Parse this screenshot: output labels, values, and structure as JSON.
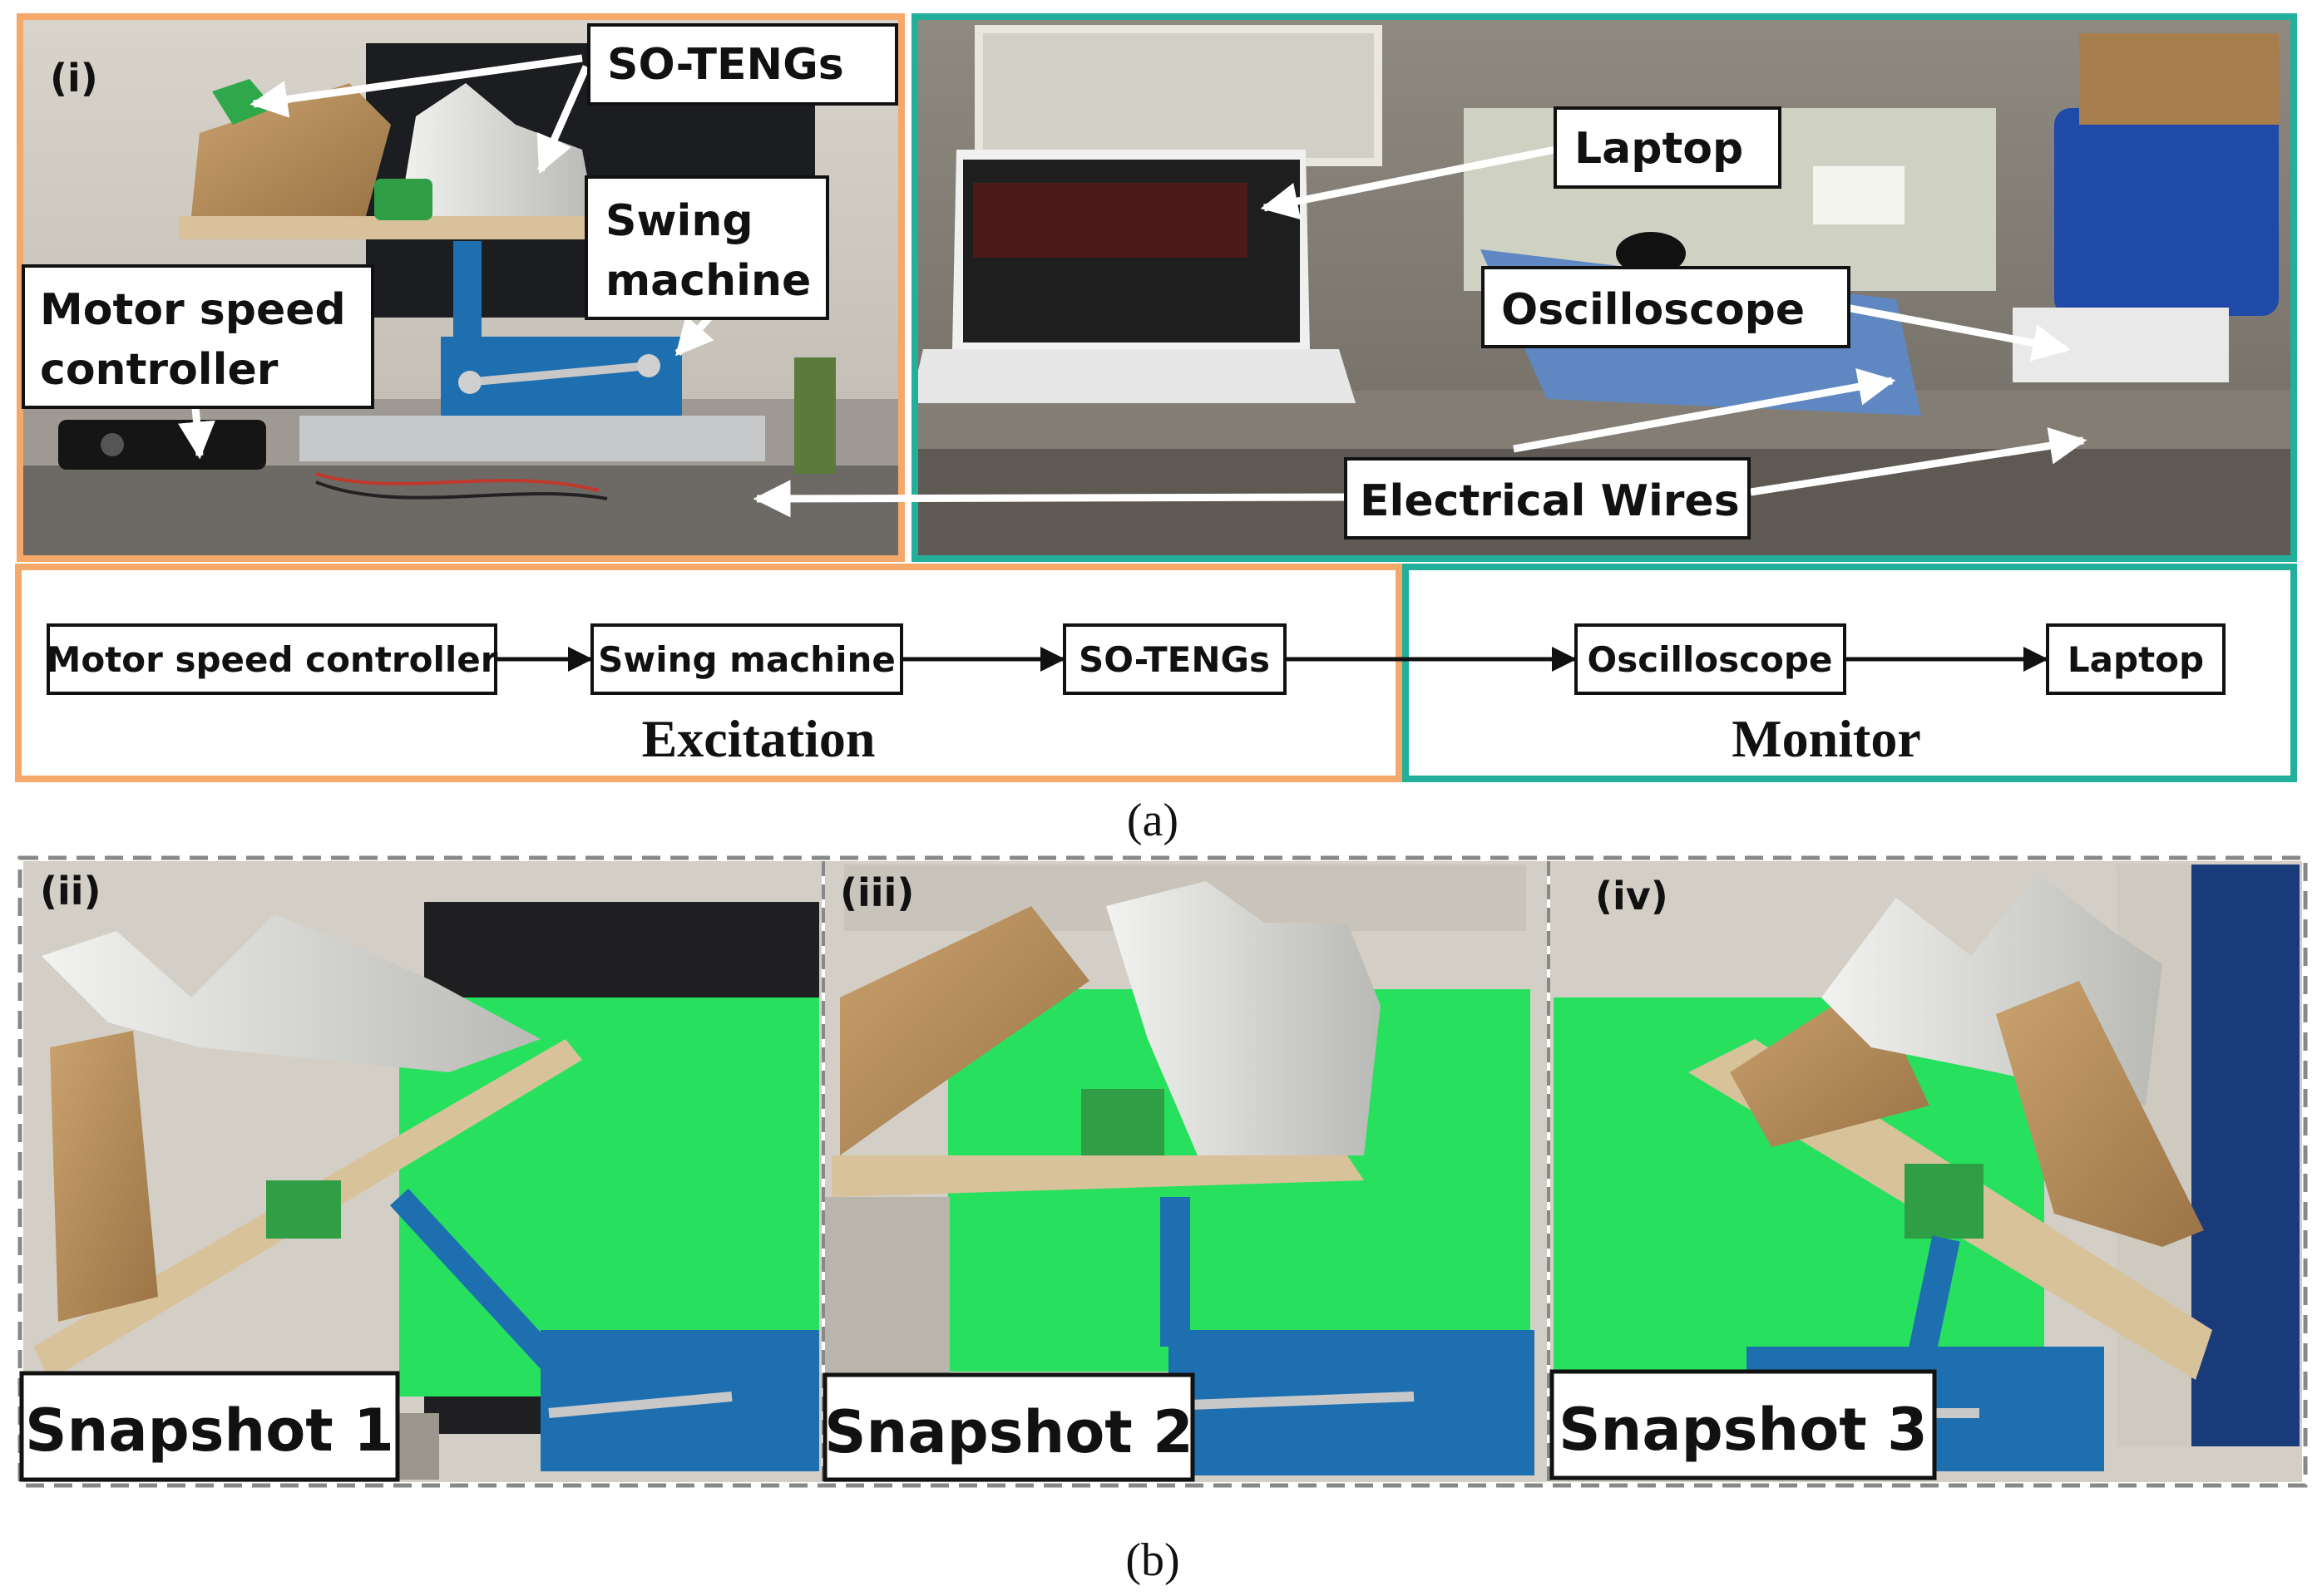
{
  "panel_a": {
    "photo_label": "(i)",
    "callouts": {
      "so_tengs": "SO-TENGs",
      "swing_machine_line1": "Swing",
      "swing_machine_line2": "machine",
      "motor_line1": "Motor speed",
      "motor_line2": "controller",
      "laptop": "Laptop",
      "oscilloscope": "Oscilloscope",
      "electrical_wires": "Electrical Wires"
    },
    "flow": {
      "motor_speed_controller": "Motor speed controller",
      "swing_machine": "Swing machine",
      "so_tengs": "SO-TENGs",
      "oscilloscope": "Oscilloscope",
      "laptop": "Laptop"
    },
    "section_excitation": "Excitation",
    "section_monitor": "Monitor",
    "caption": "(a)"
  },
  "panel_b": {
    "labels": [
      "(ii)",
      "(iii)",
      "(iv)"
    ],
    "snapshots": [
      "Snapshot 1",
      "Snapshot 2",
      "Snapshot 3"
    ],
    "caption": "(b)"
  },
  "colors": {
    "excitation_border": "#f4a86a",
    "monitor_border": "#22b09a",
    "green_screen": "#27e15e",
    "swing_machine_blue": "#1e6fb0"
  }
}
